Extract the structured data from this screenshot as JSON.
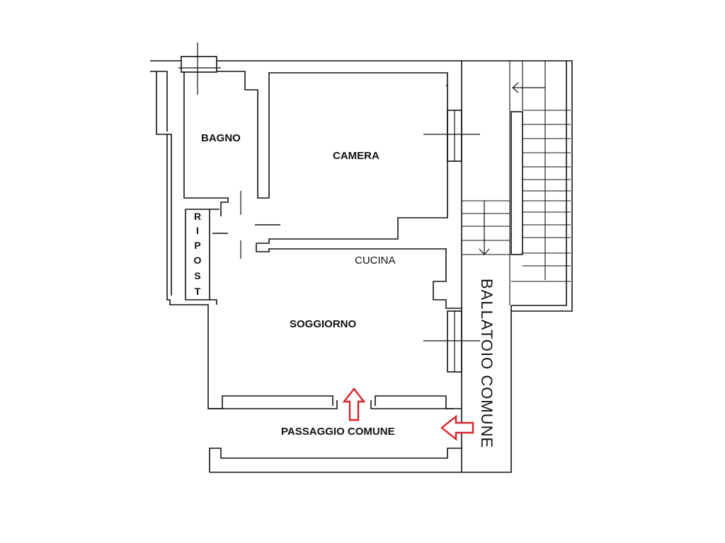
{
  "rooms": {
    "bagno": "BAGNO",
    "camera": "CAMERA",
    "cucina": "CUCINA",
    "soggiorno": "SOGGIORNO",
    "passaggio": "PASSAGGIO COMUNE",
    "ballatoio": "BALLATOIO COMUNE",
    "ripost_letters": [
      "R",
      "I",
      "P",
      "O",
      "S",
      "T"
    ]
  },
  "colors": {
    "wall": "#111111",
    "entry_arrow": "#d8232a",
    "background": "#ffffff"
  },
  "symbols": {
    "entry_arrow_up": "entry-arrow-up-icon",
    "entry_arrow_left": "entry-arrow-left-icon",
    "stair_arrow_left": "stair-direction-left-icon",
    "stair_arrow_down": "stair-direction-down-icon"
  }
}
